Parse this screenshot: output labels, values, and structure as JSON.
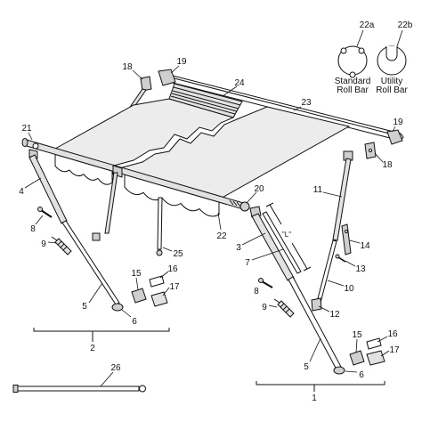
{
  "roll_bar_types": {
    "standard": {
      "part": "22a",
      "line1": "Standard",
      "line2": "Roll Bar"
    },
    "utility": {
      "part": "22b",
      "line1": "Utility",
      "line2": "Roll Bar"
    }
  },
  "callouts": {
    "rear_bracket_left": "18",
    "rear_end_cap_left": "19",
    "striped_roll": "24",
    "rear_rail": "23",
    "rear_end_cap_right": "19",
    "front_end_cap_left": "21",
    "rear_bracket_right": "18",
    "left_upper_arm": "4",
    "front_end_cap_right": "20",
    "right_rafter_upper": "11",
    "left_screw": "8",
    "left_knob": "9",
    "center_pole": "25",
    "roll_bar_end": "22",
    "right_upper_arm": "3",
    "right_inner_arm": "7",
    "length_dimension": "\"L\"",
    "right_rafter_bracket": "14",
    "right_rafter_screw": "13",
    "left_bottom_bracket": "15",
    "left_bottom_plate": "16",
    "left_bottom_hardware": "17",
    "right_screw": "8",
    "right_rafter_lower": "10",
    "left_lower_arm": "5",
    "left_foot": "6",
    "right_knob": "9",
    "right_rafter_clip": "12",
    "left_arm_assembly": "2",
    "right_bottom_bracket": "15",
    "right_bottom_plate": "16",
    "right_bottom_hardware": "17",
    "right_lower_arm": "5",
    "right_foot": "6",
    "awning_rod": "26",
    "right_arm_assembly": "1"
  }
}
